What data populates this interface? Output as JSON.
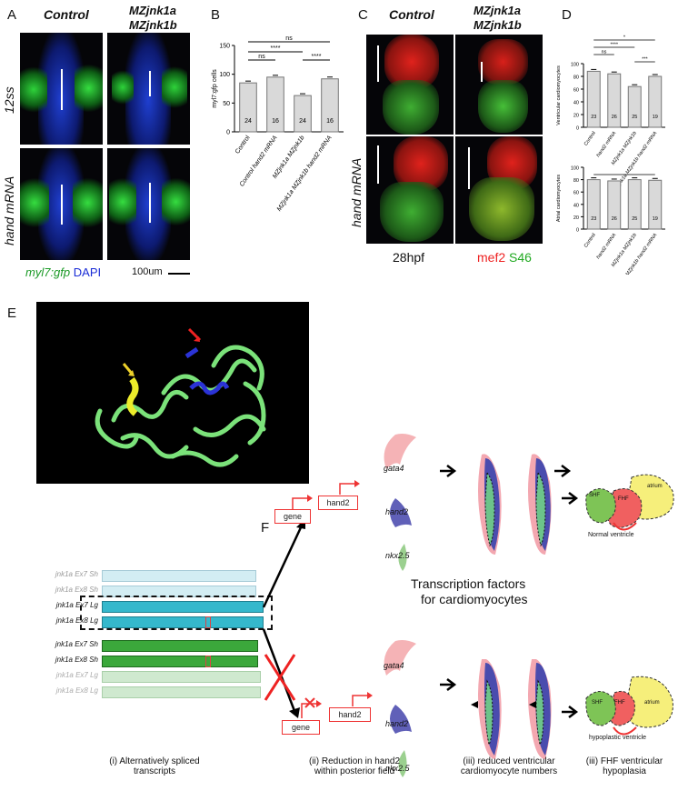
{
  "panels": {
    "A": {
      "label": "A",
      "col_control": "Control",
      "col_mutant_1": "MZjnk1a",
      "col_mutant_2": "MZjnk1b",
      "row_1": "12ss",
      "row_2": "hand mRNA",
      "legend_green": "myl7:gfp",
      "legend_blue": "DAPI",
      "scale": "100um"
    },
    "B": {
      "label": "B",
      "ylabel": "myl7:gfp cells",
      "yticks": [
        "0",
        "50",
        "100",
        "150"
      ],
      "sig": [
        "ns",
        "****",
        "ns",
        "****"
      ],
      "categories": [
        "Control",
        "Control hand2 mRNA",
        "MZjnk1a MZjnk1b",
        "MZjnk1a MZjnk1b hand2 mRNA"
      ],
      "n_labels": [
        "24",
        "16",
        "24",
        "16"
      ]
    },
    "C": {
      "label": "C",
      "col_control": "Control",
      "col_mutant_1": "MZjnk1a",
      "col_mutant_2": "MZjnk1b",
      "row_2": "hand mRNA",
      "stage": "28hpf",
      "legend_red": "mef2",
      "legend_green": "S46"
    },
    "D": {
      "label": "D",
      "top_ylabel": "Ventricular cardiomyocytes",
      "bottom_ylabel": "Atrial cardiomyocytes",
      "yticks": [
        "0",
        "20",
        "40",
        "60",
        "80",
        "100"
      ],
      "top_sig": [
        "*",
        "****",
        "ns",
        "***"
      ],
      "categories": [
        "Control",
        "hand2 mRNA",
        "MZjnk1a MZjnk1b",
        "MZjnk1a MZjnk1b hand2 mRNA"
      ],
      "n_labels": [
        "23",
        "26",
        "25",
        "19"
      ]
    },
    "E": {
      "label": "E"
    },
    "F": {
      "label": "F",
      "gene": "gene",
      "hand2": "hand2",
      "gata4": "gata4",
      "nkx25": "nkx2.5",
      "tf_title_1": "Transcription factors",
      "tf_title_2": "for cardiomyocytes",
      "shf": "SHF",
      "fhf": "FHF",
      "atrium": "atrium",
      "normal": "Normal ventricle",
      "hypoplastic": "hypoplastic ventricle",
      "transcripts_top": [
        "jnk1a Ex7 Sh",
        "jnk1a Ex8 Sh",
        "jnk1a Ex7 Lg",
        "jnk1a Ex8 Lg"
      ],
      "transcripts_bottom": [
        "jnk1a Ex7 Sh",
        "jnk1a Ex8 Sh",
        "jnk1a Ex7 Lg",
        "jnk1a Ex8 Lg"
      ],
      "captions": [
        [
          "(i) Alternatively spliced",
          "transcripts"
        ],
        [
          "(ii) Reduction in hand2",
          "within posterior field"
        ],
        [
          "(iii) reduced ventricular",
          "cardiomyocyte numbers"
        ],
        [
          "(iii) FHF ventricular",
          "hypoplasia"
        ]
      ]
    }
  },
  "chart_data": [
    {
      "type": "bar",
      "title": "",
      "ylabel": "myl7:gfp cells",
      "categories": [
        "Control",
        "Control hand2 mRNA",
        "MZjnk1a MZjnk1b",
        "MZjnk1a MZjnk1b hand2 mRNA"
      ],
      "values": [
        85,
        95,
        63,
        92
      ],
      "ylim": [
        0,
        150
      ]
    },
    {
      "type": "bar",
      "title": "",
      "ylabel": "Ventricular cardiomyocytes",
      "categories": [
        "Control",
        "hand2 mRNA",
        "MZjnk1a MZjnk1b",
        "MZjnk1a MZjnk1b hand2 mRNA"
      ],
      "values": [
        88,
        84,
        64,
        80
      ],
      "ylim": [
        0,
        100
      ]
    },
    {
      "type": "bar",
      "title": "",
      "ylabel": "Atrial cardiomyocytes",
      "categories": [
        "Control",
        "hand2 mRNA",
        "MZjnk1a MZjnk1b",
        "MZjnk1a MZjnk1b hand2 mRNA"
      ],
      "values": [
        80,
        78,
        80,
        79
      ],
      "ylim": [
        0,
        100
      ]
    }
  ]
}
